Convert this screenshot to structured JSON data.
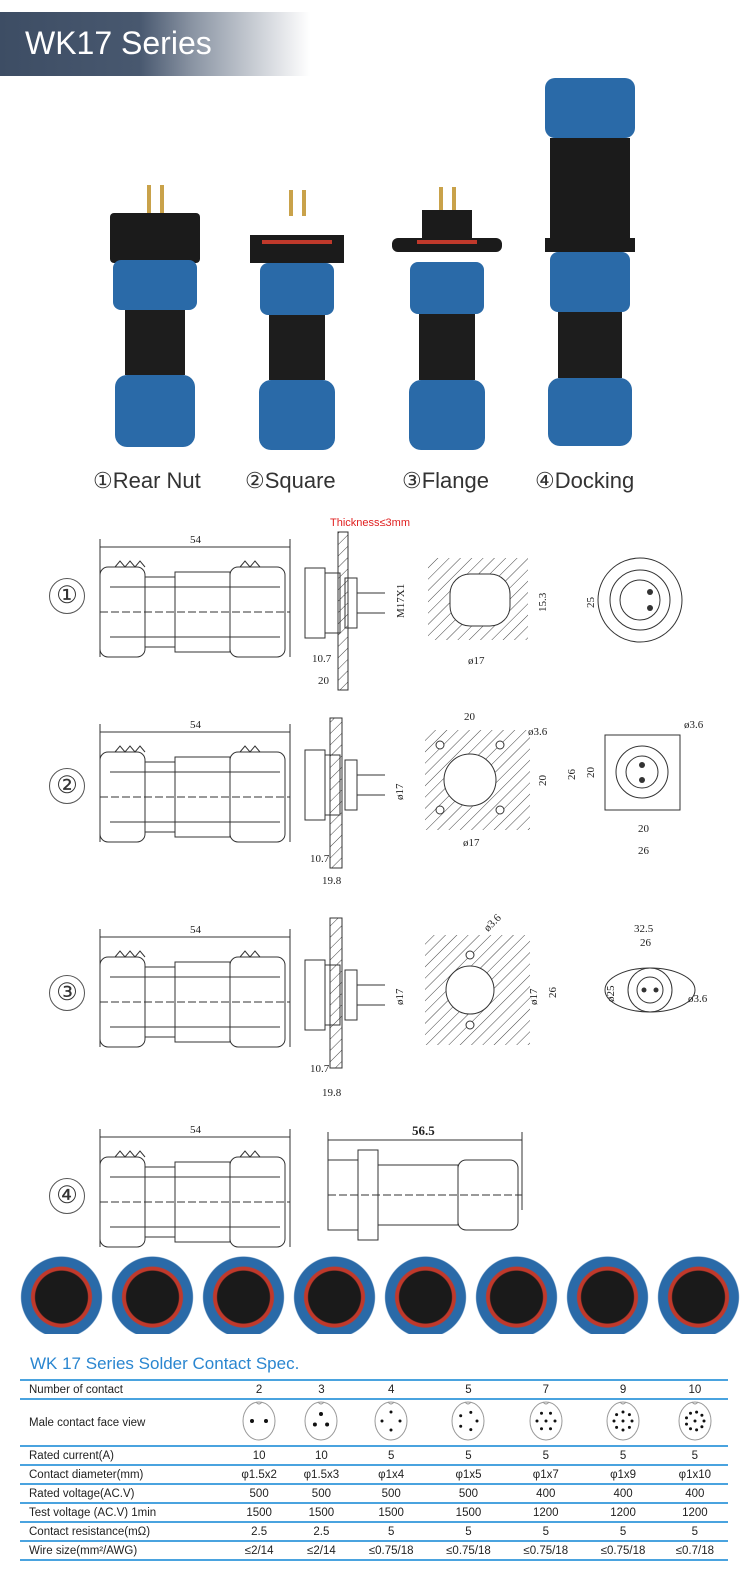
{
  "banner": {
    "title": "WK17 Series"
  },
  "products": [
    {
      "label": "①Rear Nut"
    },
    {
      "label": "②Square"
    },
    {
      "label": "③Flange"
    },
    {
      "label": "④Docking"
    }
  ],
  "drawings": {
    "row1": {
      "num": "①",
      "length": "54",
      "thickness": "Thickness≤3mm",
      "thread": "M17X1",
      "d1": "10.7",
      "d2": "20",
      "cut_h": "15.3",
      "cut_d": "ø17",
      "face": "25"
    },
    "row2": {
      "num": "②",
      "length": "54",
      "dia": "ø17",
      "d1": "10.7",
      "d2": "19.8",
      "cut_w": "20",
      "hole": "ø3.6",
      "cut_h": "20",
      "cut_d": "ø17",
      "sq_outer": "26",
      "sq_inner": "20",
      "front_hole": "ø3.6",
      "front_w_inner": "20",
      "front_w_outer": "26"
    },
    "row3": {
      "num": "③",
      "length": "54",
      "dia": "ø17",
      "d1": "10.7",
      "d2": "19.8",
      "hole": "ø3.6",
      "cut_d": "ø17",
      "cut_h": "26",
      "fl_w": "32.5",
      "fl_pitch": "26",
      "fl_d": "ø25",
      "front_hole": "ø3.6"
    },
    "row4": {
      "num": "④",
      "length": "54",
      "docked": "56.5"
    }
  },
  "spec": {
    "title": "WK 17 Series Solder Contact Spec.",
    "rows": [
      {
        "label": "Number of contact",
        "values": [
          "2",
          "3",
          "4",
          "5",
          "7",
          "9",
          "10"
        ]
      },
      {
        "label": "Male contact face view",
        "values": []
      },
      {
        "label": "Rated current(A)",
        "values": [
          "10",
          "10",
          "5",
          "5",
          "5",
          "5",
          "5"
        ]
      },
      {
        "label": "Contact diameter(mm)",
        "values": [
          "φ1.5x2",
          "φ1.5x3",
          "φ1x4",
          "φ1x5",
          "φ1x7",
          "φ1x9",
          "φ1x10"
        ]
      },
      {
        "label": "Rated voltage(AC.V)",
        "values": [
          "500",
          "500",
          "500",
          "500",
          "400",
          "400",
          "400"
        ]
      },
      {
        "label": "Test voltage  (AC.V)  1min",
        "values": [
          "1500",
          "1500",
          "1500",
          "1500",
          "1200",
          "1200",
          "1200"
        ]
      },
      {
        "label": "Contact resistance(mΩ)",
        "values": [
          "2.5",
          "2.5",
          "5",
          "5",
          "5",
          "5",
          "5"
        ]
      },
      {
        "label": "Wire size(mm²/AWG)",
        "values": [
          "≤2/14",
          "≤2/14",
          "≤0.75/18",
          "≤0.75/18",
          "≤0.75/18",
          "≤0.75/18",
          "≤0.7/18"
        ]
      }
    ]
  },
  "colors": {
    "accent": "#2a86d0",
    "blue_nut": "#2a6aa8",
    "banner": "#3d4d64"
  }
}
